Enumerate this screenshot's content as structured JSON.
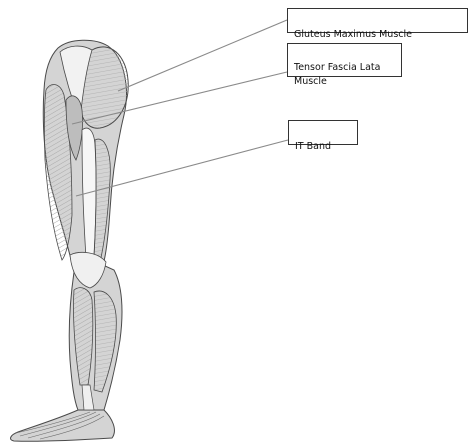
{
  "labels": {
    "gluteus": "Gluteus Maximus Muscle",
    "tensor": "Tensor Fascia Lata\nMuscle",
    "it_band": "IT Band"
  },
  "colors": {
    "leader_line": "#8a8a8a",
    "box_border": "#333333",
    "muscle_fill": "#cfcfcf",
    "muscle_dark": "#8f8f8f",
    "outline": "#4a4a4a"
  }
}
